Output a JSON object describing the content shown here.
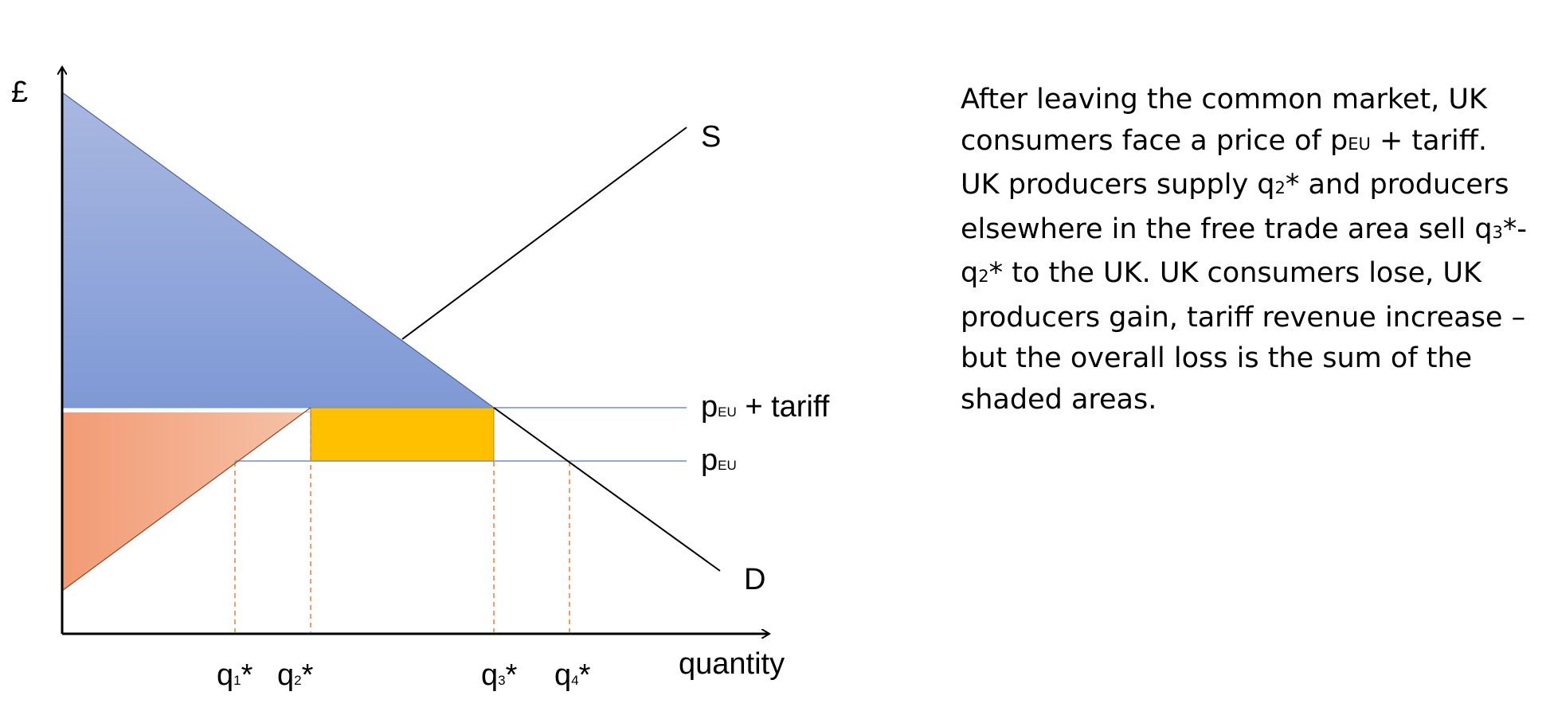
{
  "diagram": {
    "y_axis_label": "£",
    "x_axis_label": "quantity",
    "supply_label": "S",
    "demand_label": "D",
    "price_tariff_label": {
      "p": "p",
      "sub": "EU",
      "suffix": " + tariff"
    },
    "price_label": {
      "p": "p",
      "sub": "EU"
    },
    "quantity_labels": [
      {
        "q": "q",
        "sub": "1",
        "star": "*"
      },
      {
        "q": "q",
        "sub": "2",
        "star": "*"
      },
      {
        "q": "q",
        "sub": "3",
        "star": "*"
      },
      {
        "q": "q",
        "sub": "4",
        "star": "*"
      }
    ],
    "colors": {
      "consumer_surplus_top": "#a9b8e0",
      "consumer_surplus_bottom": "#7f99d6",
      "producer_surplus_left": "#f29b74",
      "producer_surplus_right": "#f6c2a7",
      "tariff_revenue": "#ffc000",
      "price_line": "#6f8fc7",
      "dashed": "#ed7d31",
      "axis": "#000000"
    }
  },
  "note": {
    "text_1": "After leaving the common market, UK consumers face a price of p",
    "sub_1": "EU",
    "text_2": " + tariff. UK producers supply q",
    "sub_2": "2",
    "text_3": "* and producers elsewhere in the free trade area sell q",
    "sub_3": "3",
    "text_4": "*-q",
    "sub_4": "2",
    "text_5": "* to the UK. UK consumers lose, UK producers gain, tariff revenue increase – but the overall loss is the sum of the shaded areas."
  }
}
